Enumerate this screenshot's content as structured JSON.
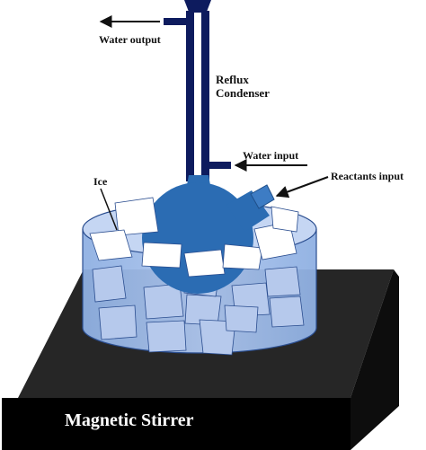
{
  "labels": {
    "water_output": "Water output",
    "reflux_line1": "Reflux",
    "reflux_line2": "Condenser",
    "water_input": "Water input",
    "reactants_input": "Reactants input",
    "ice": "Ice",
    "magnetic_stirrer": "Magnetic Stirrer"
  },
  "colors": {
    "condenser_outer": "#0d1b5e",
    "condenser_inner": "#ffffff",
    "flask": "#2b6cb3",
    "bath_fill": "#9db9e6",
    "bath_edge": "#2a4d8f",
    "ice_top": "#ffffff",
    "ice_submerged": "#b6c9ec",
    "stirrer_top": "#262626",
    "stirrer_side": "#0d0d0d",
    "text": "#111111"
  }
}
